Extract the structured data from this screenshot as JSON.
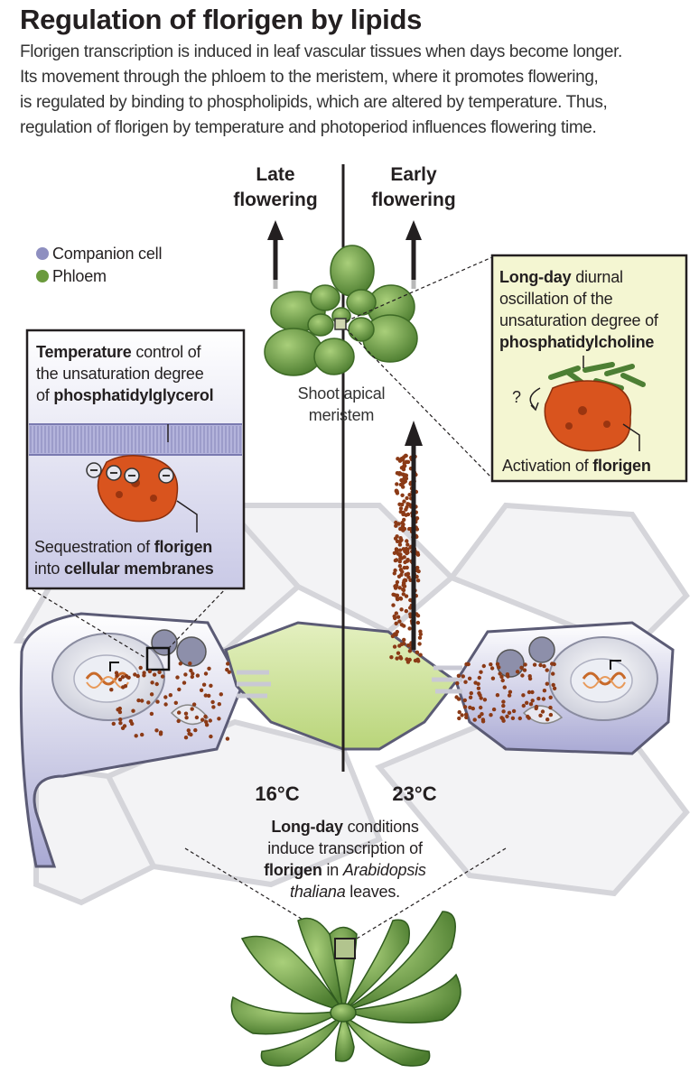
{
  "title": "Regulation of florigen by lipids",
  "intro": [
    "Florigen transcription is induced in leaf vascular tissues when days become longer.",
    "Its movement through the phloem to the meristem, where it promotes flowering,",
    "is regulated by binding to phospholipids, which are altered by temperature. Thus,",
    "regulation of florigen by temperature and photoperiod influences flowering time."
  ],
  "late": [
    "Late",
    "flowering"
  ],
  "early": [
    "Early",
    "flowering"
  ],
  "legend": {
    "companion_label": "Companion cell",
    "phloem_label": "Phloem",
    "companion_color": "#8e8fc0",
    "phloem_color": "#6a9a3c"
  },
  "meristem": [
    "Shoot apical",
    "meristem"
  ],
  "left_box": {
    "line1_bold": "Temperature",
    "line1_rest": " control of",
    "line2": "the unsaturation degree",
    "line3_pre": "of ",
    "line3_bold": "phosphatidylglycerol",
    "caption1_pre": "Sequestration of ",
    "caption1_bold": "florigen",
    "caption2_pre": "into ",
    "caption2_bold": "cellular membranes"
  },
  "right_box": {
    "line1_bold": "Long-day",
    "line1_rest": " diurnal",
    "line2": "oscillation of the",
    "line3": "unsaturation degree of",
    "line4": "phosphatidylcholine",
    "question": "?",
    "caption_pre": "Activation of ",
    "caption_bold": "florigen"
  },
  "temps": {
    "left": "16°C",
    "right": "23°C"
  },
  "bottom": {
    "line1_bold": "Long-day",
    "line1_rest": " conditions",
    "line2": "induce transcription of",
    "line3_bold": "florigen",
    "line3_mid": " in ",
    "line3_italic": "Arabidopsis",
    "line4_italic": "thaliana",
    "line4_rest": " leaves."
  },
  "colors": {
    "florigen": "#d9541e",
    "phloem_fill": "#cde3a0",
    "box_fill": "#f4f6d2",
    "membrane": "#9a9ac8",
    "leaf": "#5f9240"
  }
}
